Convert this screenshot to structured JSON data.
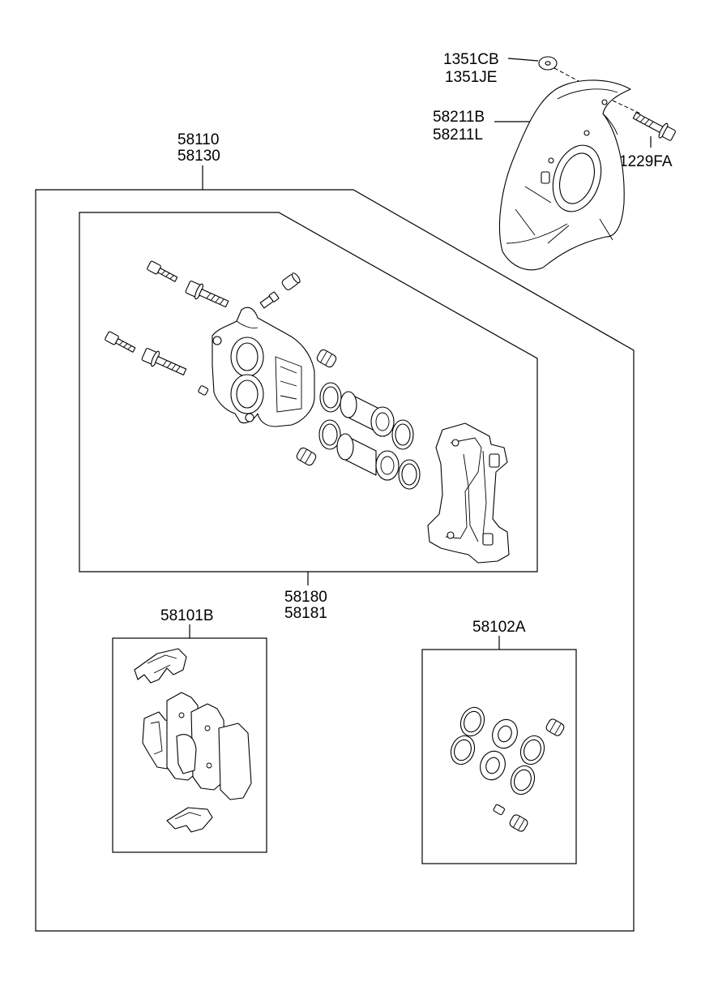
{
  "labels": {
    "washer": [
      "1351CB",
      "1351JE"
    ],
    "dust_cover": [
      "58211B",
      "58211L"
    ],
    "bolt": "1229FA",
    "caliper_assy": [
      "58110",
      "58130"
    ],
    "caliper_body": [
      "58180",
      "58181"
    ],
    "pad_kit": "58101B",
    "seal_kit": "58102A"
  }
}
